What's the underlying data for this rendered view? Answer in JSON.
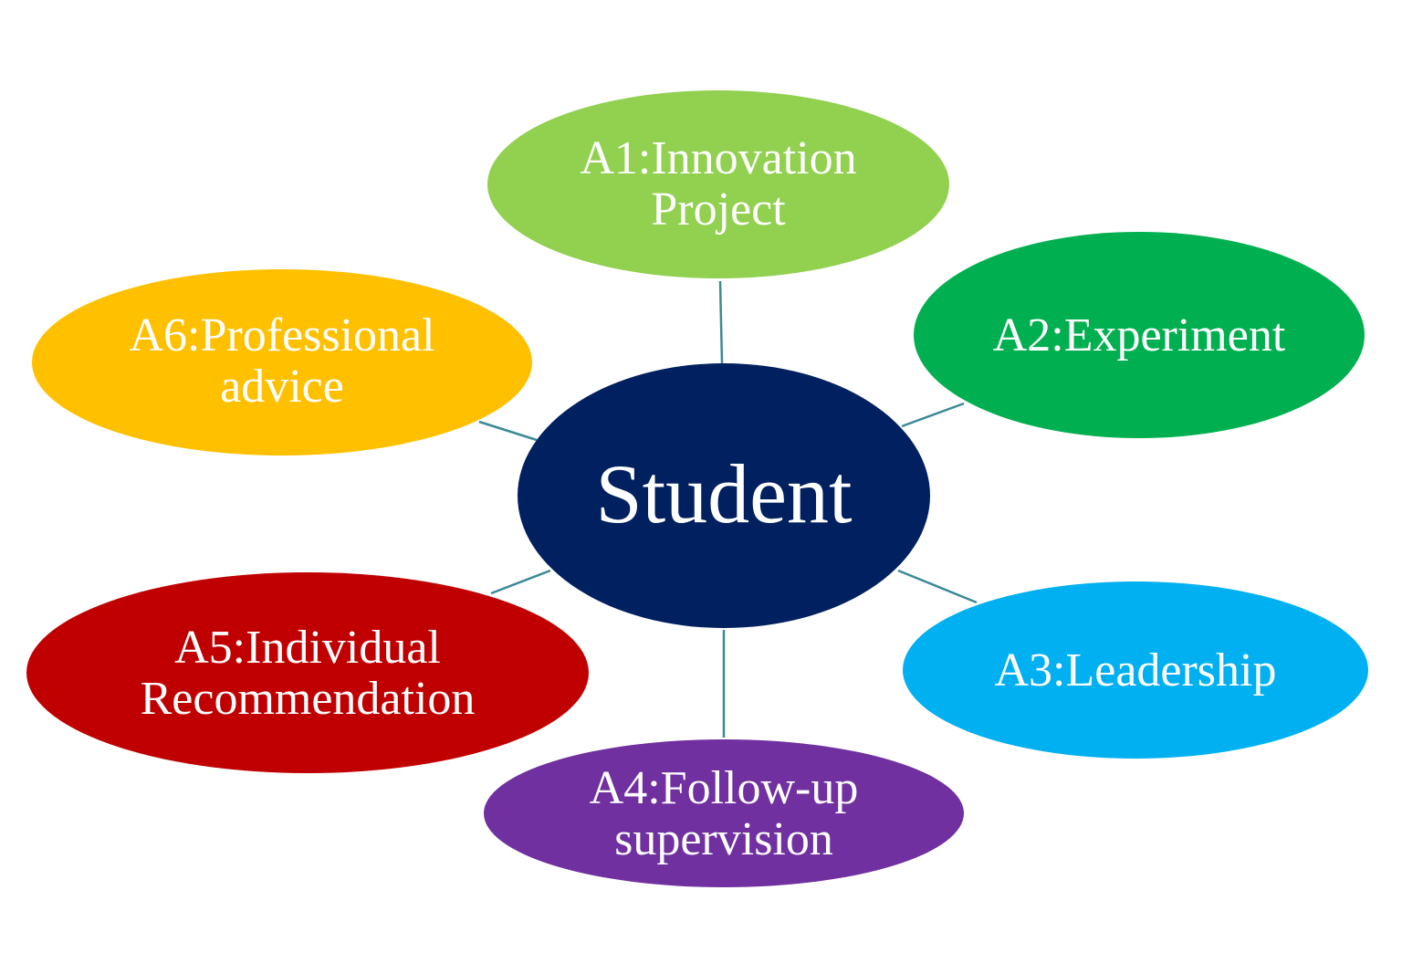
{
  "diagram": {
    "center": {
      "label": "Student",
      "color": "#002060"
    },
    "nodes": [
      {
        "id": "A1",
        "lines": [
          "A1:Innovation",
          "Project"
        ],
        "color": "#92D050"
      },
      {
        "id": "A2",
        "lines": [
          "A2:Experiment"
        ],
        "color": "#00B050"
      },
      {
        "id": "A3",
        "lines": [
          "A3:Leadership"
        ],
        "color": "#00B0F0"
      },
      {
        "id": "A4",
        "lines": [
          "A4:Follow-up",
          "supervision"
        ],
        "color": "#7030A0"
      },
      {
        "id": "A5",
        "lines": [
          "A5:Individual",
          "Recommendation"
        ],
        "color": "#C00000"
      },
      {
        "id": "A6",
        "lines": [
          "A6:Professional",
          "advice"
        ],
        "color": "#FFC000"
      }
    ],
    "connector_color": "#3b8a98"
  }
}
